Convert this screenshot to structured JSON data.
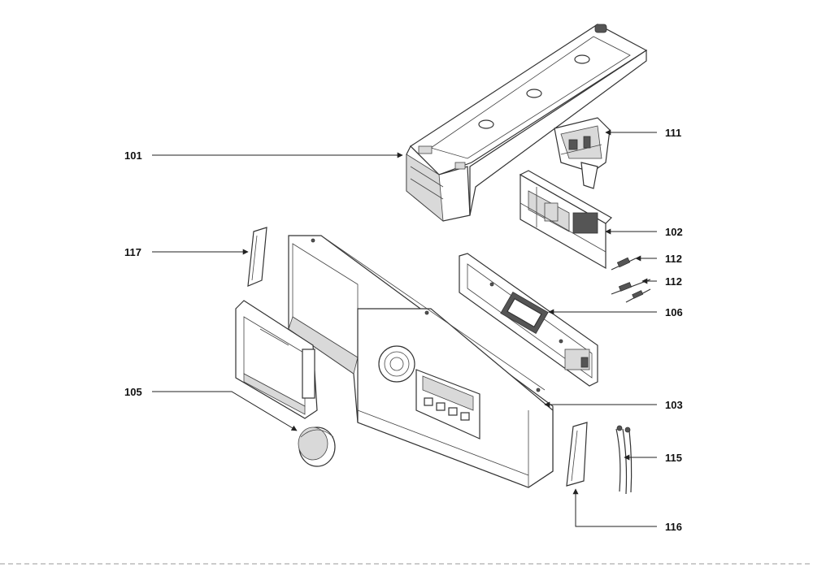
{
  "labels": {
    "p101": "101",
    "p111": "111",
    "p102": "102",
    "p117": "117",
    "p112a": "112",
    "p112b": "112",
    "p106": "106",
    "p105": "105",
    "p103": "103",
    "p115": "115",
    "p116": "116"
  }
}
